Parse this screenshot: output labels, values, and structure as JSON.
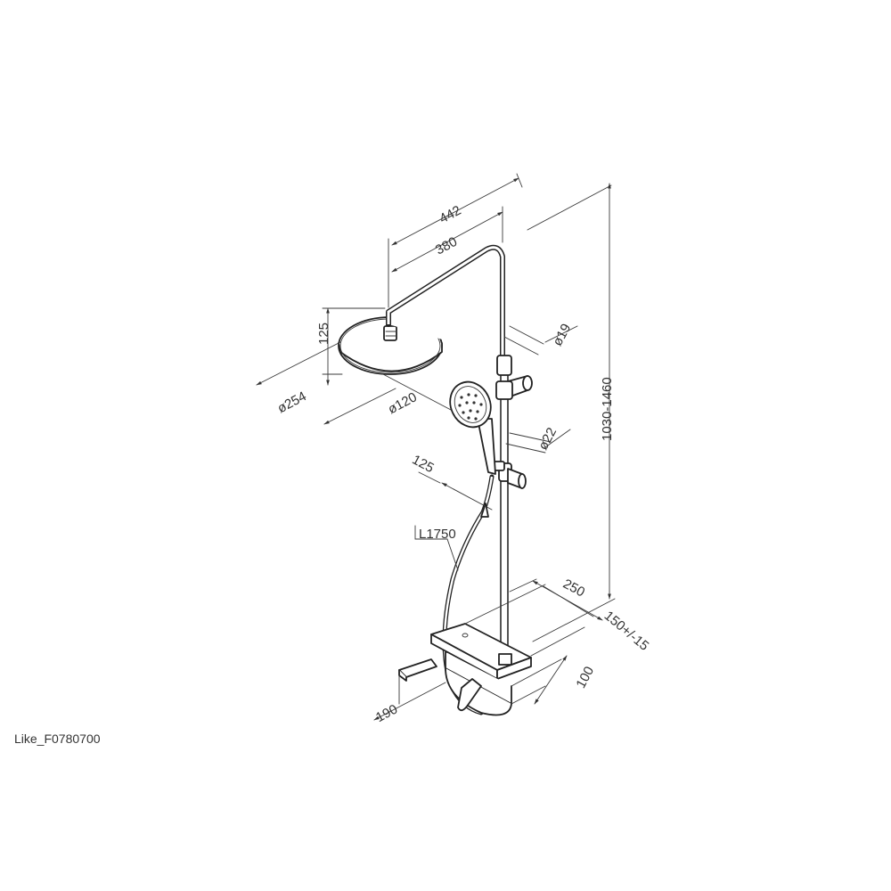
{
  "model_label": "Like_F0780700",
  "dimensions": {
    "width_442": "442",
    "width_380": "380",
    "head_height_125": "125",
    "head_diameter": "ø254",
    "connector_diameter": "ø120",
    "rail_diameter_19": "ø19",
    "rail_diameter_22": "ø22",
    "handshower_offset_125": "125",
    "hose_length": "L1750",
    "height_range": "1030-1460",
    "shelf_width_250": "250",
    "spacing_150": "150+/-15",
    "depth_100": "100",
    "spout_190": "190"
  }
}
